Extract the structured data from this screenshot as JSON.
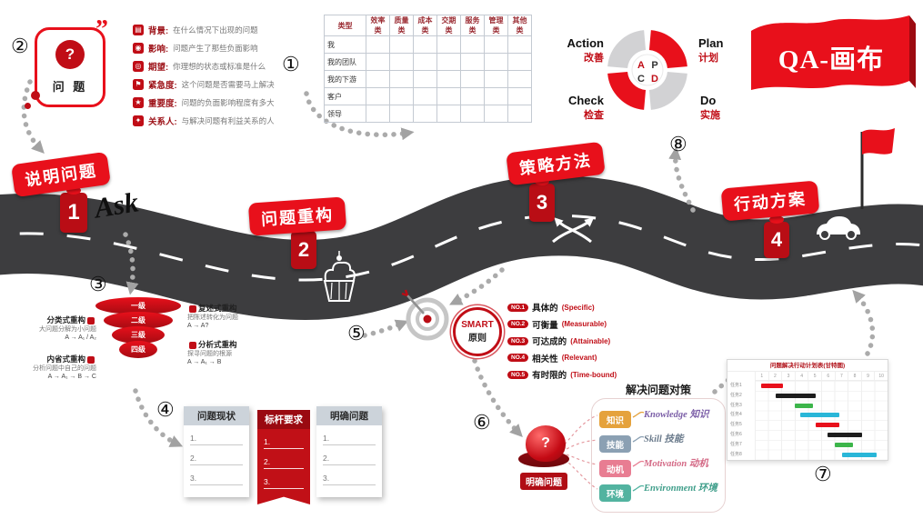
{
  "banner": {
    "title": "QA-画布"
  },
  "markers": {
    "n1": "①",
    "n2": "②",
    "n3": "③",
    "n4": "④",
    "n5": "⑤",
    "n6": "⑥",
    "n7": "⑦",
    "n8": "⑧"
  },
  "problem_box": {
    "quote": "”",
    "icon_glyph": "?",
    "label": "问 题"
  },
  "aspects": [
    {
      "icon": "▤",
      "label": "背景:",
      "desc": "在什么情况下出现的问题"
    },
    {
      "icon": "◉",
      "label": "影响:",
      "desc": "问题产生了那些负面影响"
    },
    {
      "icon": "◎",
      "label": "期望:",
      "desc": "你理想的状态或标准是什么"
    },
    {
      "icon": "⚑",
      "label": "紧急度:",
      "desc": "这个问题是否需要马上解决"
    },
    {
      "icon": "★",
      "label": "重要度:",
      "desc": "问题的负面影响程度有多大"
    },
    {
      "icon": "✦",
      "label": "关系人:",
      "desc": "与解决问题有利益关系的人"
    }
  ],
  "matrix": {
    "headers": [
      "类型",
      "效率类",
      "质量类",
      "成本类",
      "交期类",
      "服务类",
      "管理类",
      "其他类"
    ],
    "row_labels": [
      "我",
      "我的团队",
      "我的下游",
      "客户",
      "领导"
    ]
  },
  "pdca": {
    "quadrants": [
      {
        "en": "Action",
        "zh": "改善"
      },
      {
        "en": "Plan",
        "zh": "计划"
      },
      {
        "en": "Check",
        "zh": "检查"
      },
      {
        "en": "Do",
        "zh": "实施"
      }
    ],
    "center_letters": [
      "A",
      "P",
      "C",
      "D"
    ]
  },
  "road": {
    "ask": "Ask",
    "steps": [
      {
        "num": "1",
        "label": "说明问题"
      },
      {
        "num": "2",
        "label": "问题重构"
      },
      {
        "num": "3",
        "label": "策略方法"
      },
      {
        "num": "4",
        "label": "行动方案"
      }
    ]
  },
  "reframe": {
    "levels": [
      "一级",
      "二级",
      "三级",
      "四级"
    ],
    "left": [
      {
        "title": "分类式重构",
        "desc": "大问题分解为小问题",
        "formula": "A → A₁ / A₂"
      },
      {
        "title": "内省式重构",
        "desc": "分析问题中自己的问题",
        "formula": "A → A₁ → B → C"
      }
    ],
    "right": [
      {
        "title": "复述式重构",
        "desc": "把陈述转化为问题",
        "formula": "A → A?"
      },
      {
        "title": "分析式重构",
        "desc": "探寻问题的根源",
        "formula": "A → A₁ → B"
      }
    ]
  },
  "panels": [
    {
      "title": "问题现状",
      "items": [
        "1.",
        "2.",
        "3."
      ]
    },
    {
      "title": "标杆要求",
      "items": [
        "1.",
        "2.",
        "3."
      ]
    },
    {
      "title": "明确问题",
      "items": [
        "1.",
        "2.",
        "3."
      ]
    }
  ],
  "smart": {
    "top": "SMART",
    "bottom": "原则",
    "items": [
      {
        "no": "NO.1",
        "zh": "具体的",
        "en": "(Specific)"
      },
      {
        "no": "NO.2",
        "zh": "可衡量",
        "en": "(Measurable)"
      },
      {
        "no": "NO.3",
        "zh": "可达成的",
        "en": "(Attainable)"
      },
      {
        "no": "NO.4",
        "zh": "相关性",
        "en": "(Relevant)"
      },
      {
        "no": "NO.5",
        "zh": "有时限的",
        "en": "(Time-bound)"
      }
    ]
  },
  "button": {
    "glyph": "?",
    "label": "明确问题"
  },
  "mindmap": {
    "title": "解决问题对策",
    "nodes": [
      {
        "label": "知识",
        "branch": "Knowledge 知识"
      },
      {
        "label": "技能",
        "branch": "Skill 技能"
      },
      {
        "label": "动机",
        "branch": "Motivation 动机"
      },
      {
        "label": "环境",
        "branch": "Environment 环境"
      }
    ]
  },
  "gantt": {
    "title": "问题解决行动计划表(甘特图)",
    "columns": [
      "1",
      "2",
      "3",
      "4",
      "5",
      "6",
      "7",
      "8",
      "9",
      "10"
    ],
    "rows": [
      "任务1",
      "任务2",
      "任务3",
      "任务4",
      "任务5",
      "任务6",
      "任务7",
      "任务8"
    ],
    "bars": [
      {
        "row": 0,
        "start": 0.05,
        "span": 0.16,
        "color": "#e8101b"
      },
      {
        "row": 1,
        "start": 0.16,
        "span": 0.3,
        "color": "#1d1d1d"
      },
      {
        "row": 2,
        "start": 0.3,
        "span": 0.14,
        "color": "#3cb54a"
      },
      {
        "row": 3,
        "start": 0.34,
        "span": 0.3,
        "color": "#29b6d8"
      },
      {
        "row": 4,
        "start": 0.46,
        "span": 0.18,
        "color": "#e8101b"
      },
      {
        "row": 5,
        "start": 0.55,
        "span": 0.26,
        "color": "#1d1d1d"
      },
      {
        "row": 6,
        "start": 0.6,
        "span": 0.14,
        "color": "#3cb54a"
      },
      {
        "row": 7,
        "start": 0.66,
        "span": 0.26,
        "color": "#29b6d8"
      }
    ]
  },
  "colors": {
    "primary_red": "#e8101b",
    "dark_red": "#b90d15",
    "road": "#3d3d3f",
    "knowledge": "#e5a23c",
    "skill": "#8ba0b3",
    "motivation": "#e87d92",
    "environment": "#52b3a0",
    "bar_green": "#3cb54a",
    "bar_cyan": "#29b6d8"
  }
}
